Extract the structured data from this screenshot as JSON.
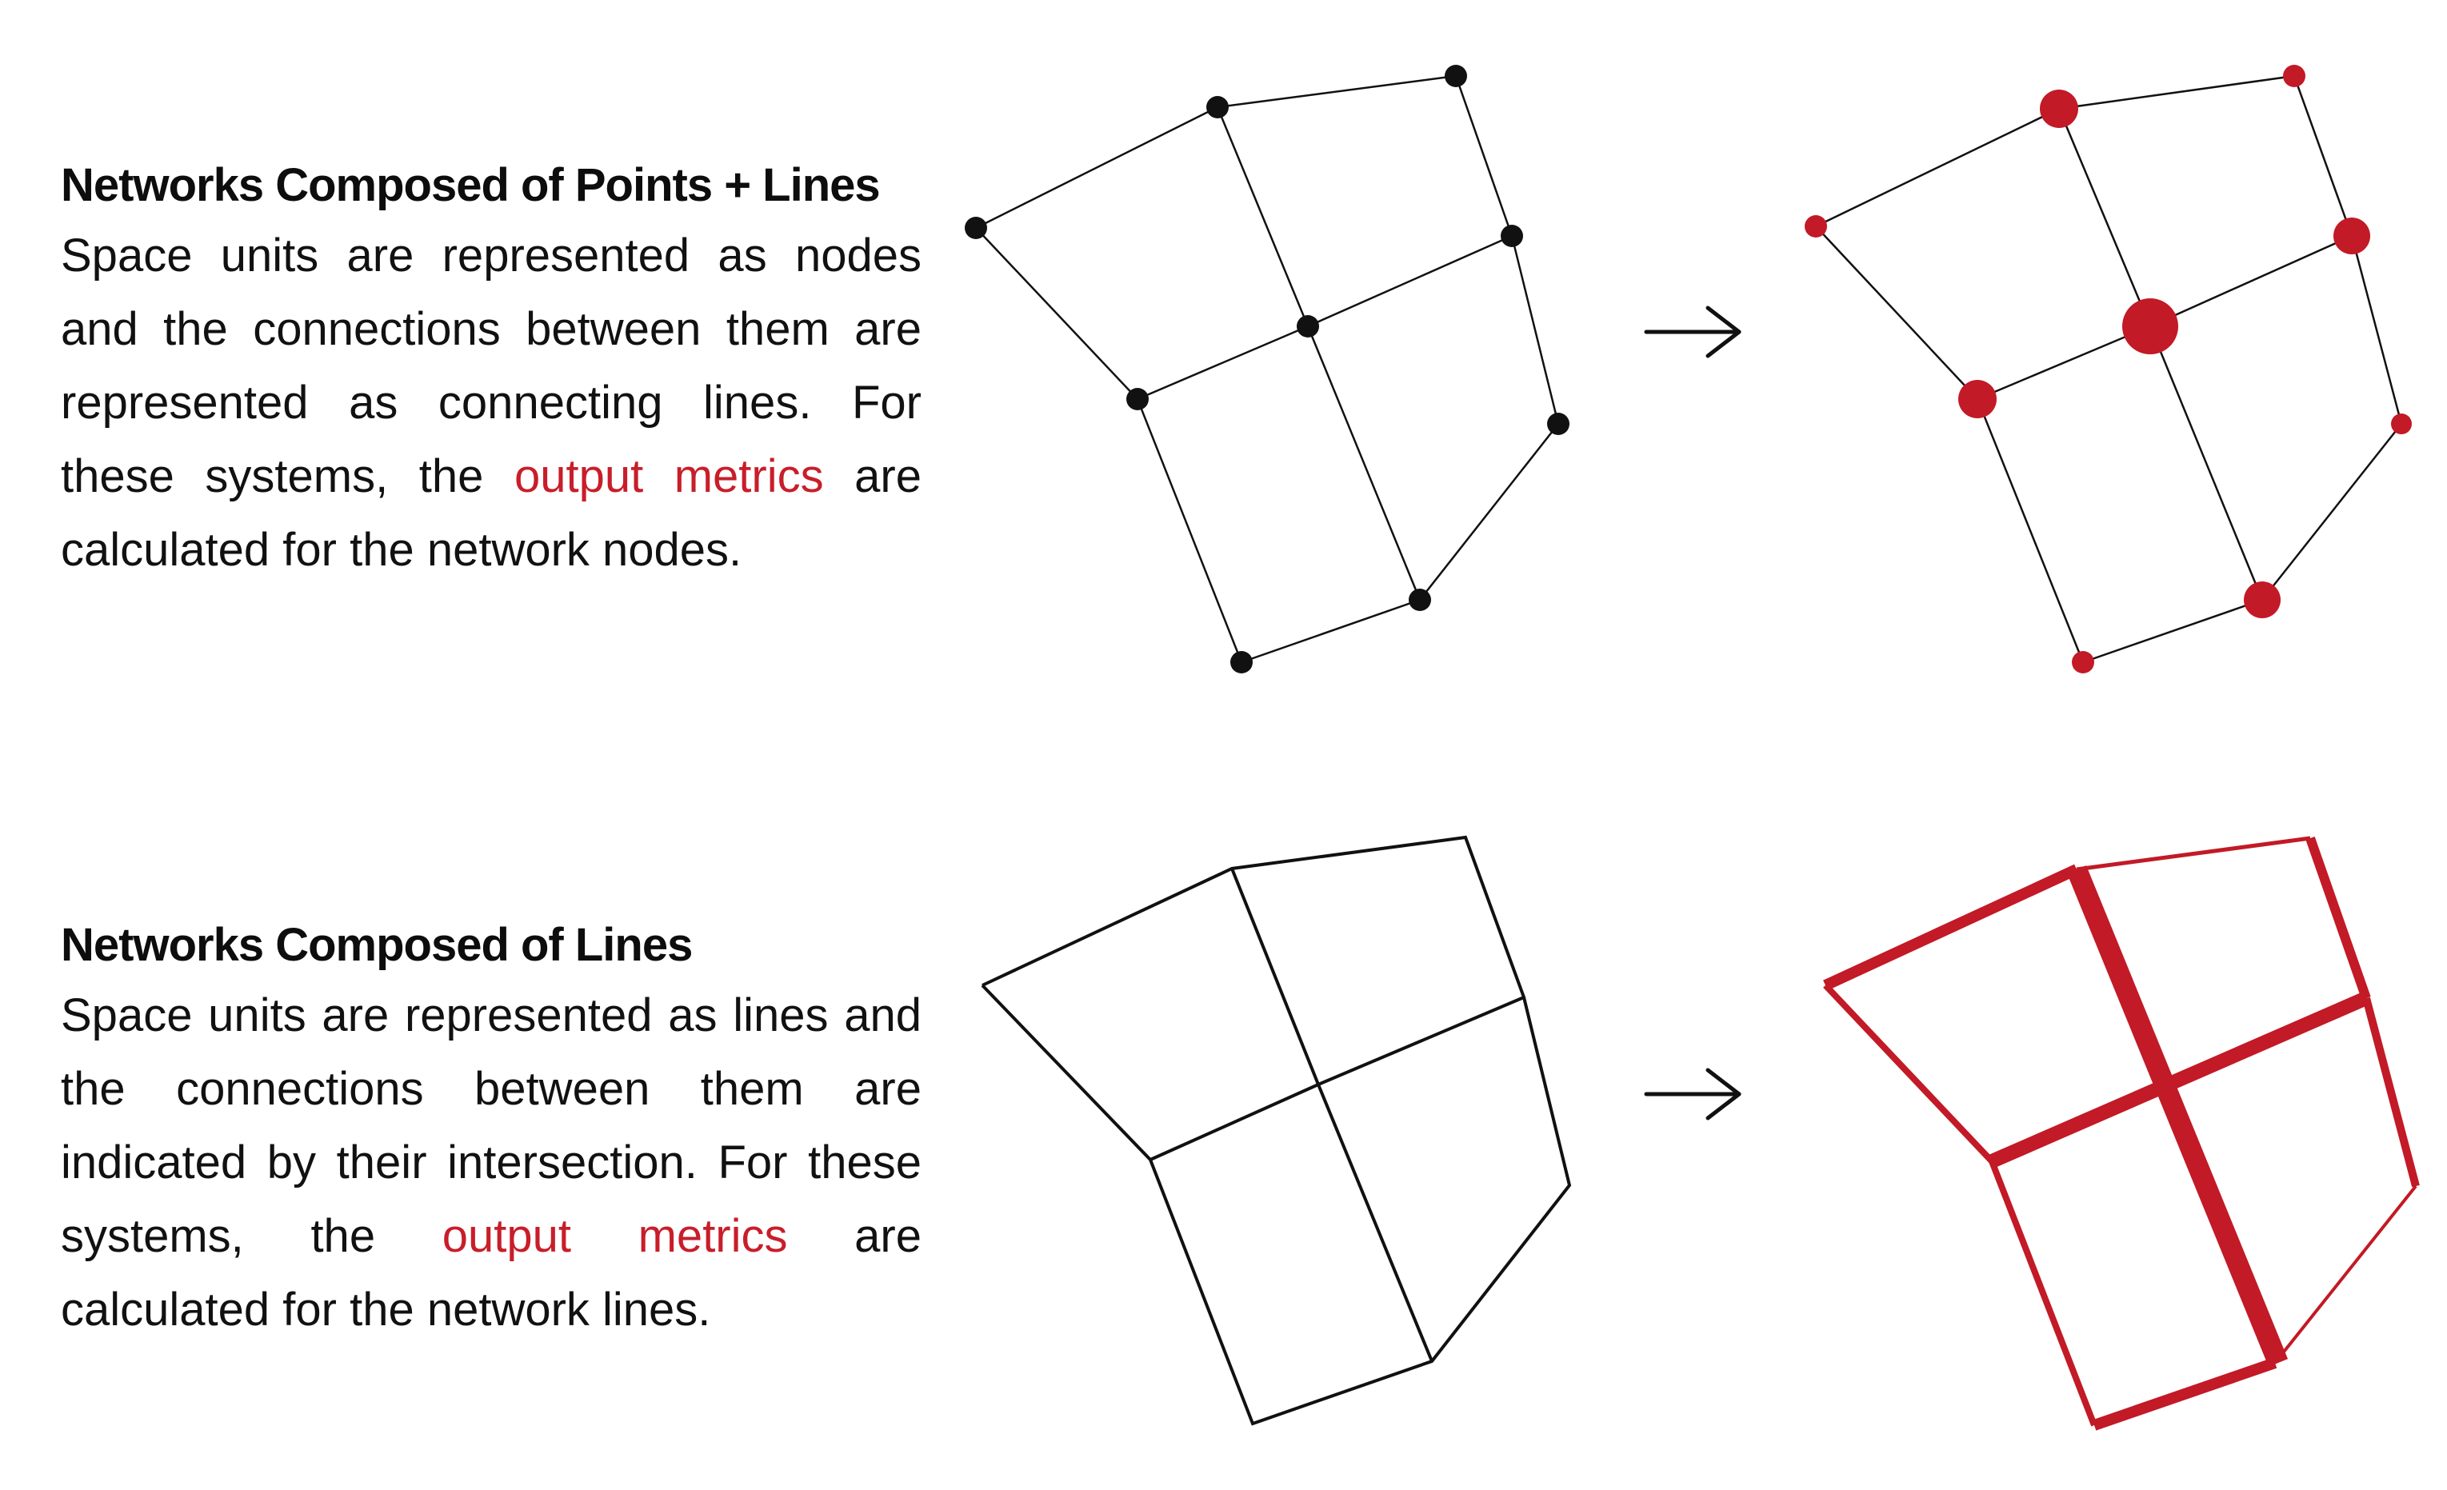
{
  "section_points": {
    "title": "Networks Composed of Points + Lines",
    "body_prefix": "Space units are represented as nodes and the connections between them are represented as connecting lines. For these systems, the ",
    "highlight": "output metrics",
    "body_suffix": " are calculated for the network nodes."
  },
  "section_lines": {
    "title": "Networks Composed of Lines",
    "body_prefix": "Space units are represented as lines and the connections between them are indicated by their intersection. For these systems, the ",
    "highlight": "output metrics",
    "body_suffix": " are calculated for the network lines."
  },
  "arrow_glyph": "→",
  "colors": {
    "ink": "#111111",
    "accent": "#c81e2a",
    "background": "#ffffff"
  },
  "icons": [
    "arrow-right-icon"
  ]
}
